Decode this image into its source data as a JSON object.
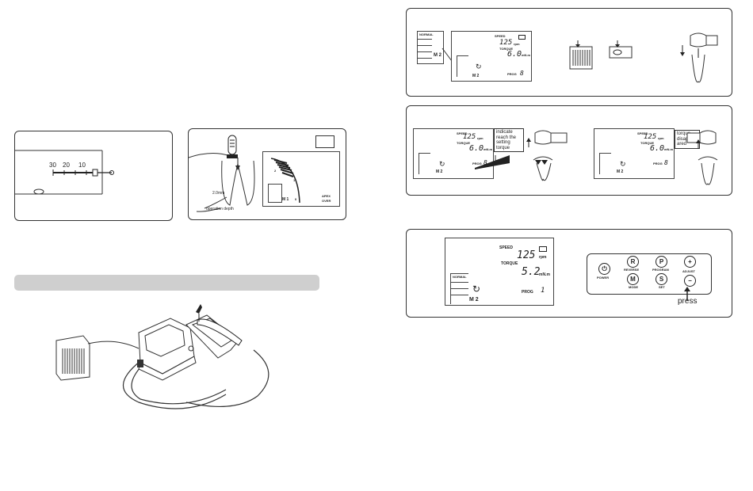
{
  "ruler": {
    "ticks": [
      "30",
      "20",
      "10"
    ]
  },
  "insertion": {
    "depth_label": "2.0mm",
    "caption": "operation depth",
    "lcd_labels": {
      "apex": "APEX",
      "over": "OVER",
      "mode": "M 1",
      "scale_top": "2",
      "scale_mid": "1",
      "scale_low": "0"
    }
  },
  "lcd": {
    "speed_label": "SPEED",
    "speed_value": "125",
    "speed_unit": "rpm",
    "torque_label": "TORQUE",
    "torque_value": "6.0",
    "torque_value_alt": "5.2",
    "torque_unit": "mN.m",
    "prog_label": "PROG",
    "prog_value": "8",
    "prog_value_alt": "1",
    "mode_label": "NORMAL",
    "mode_value": "M 2",
    "inset_mode": "M 2"
  },
  "callouts": {
    "reach": "indicate reach the setting torque",
    "disappeared": "torque disapp-ared"
  },
  "keyboard": {
    "buttons": [
      {
        "label": "POWER",
        "icon": "⏻"
      },
      {
        "label": "REVERSE",
        "icon": "R"
      },
      {
        "label": "PROGRAM",
        "icon": "P"
      },
      {
        "label": "ADJUST",
        "icon": "+"
      },
      {
        "label": "MODE",
        "icon": "M"
      },
      {
        "label": "SET",
        "icon": "S"
      },
      {
        "label": "",
        "icon": "−"
      }
    ],
    "press_label": "press"
  },
  "colors": {
    "section_bar": "#cfcfcf",
    "line": "#333333"
  }
}
